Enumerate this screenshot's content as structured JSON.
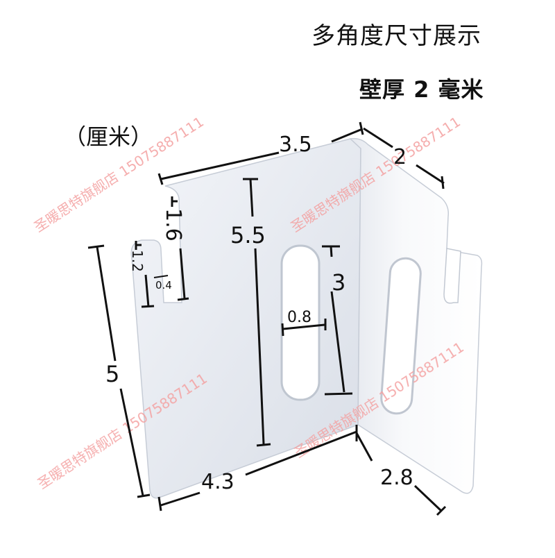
{
  "header": {
    "title": "多角度尺寸展示",
    "subtitle": "壁厚 2 毫米",
    "unit": "（厘米）"
  },
  "watermark": {
    "text": "圣暖思特旗舰店 15075887111",
    "color": "#f4a0a0"
  },
  "product": {
    "description": "L-shaped white metal wall bracket with hook slots",
    "color": "#e9edf3"
  },
  "dimensions": {
    "top_width": "3.5",
    "side_depth_top": "2",
    "plate_height": "5.5",
    "hook_depth": "1.6",
    "inner_hook_depth": "1.2",
    "hook_gap": "0.4",
    "left_height": "5",
    "slot_length": "3",
    "slot_width": "0.8",
    "bottom_width": "4.3",
    "side_depth_bottom": "2.8"
  }
}
